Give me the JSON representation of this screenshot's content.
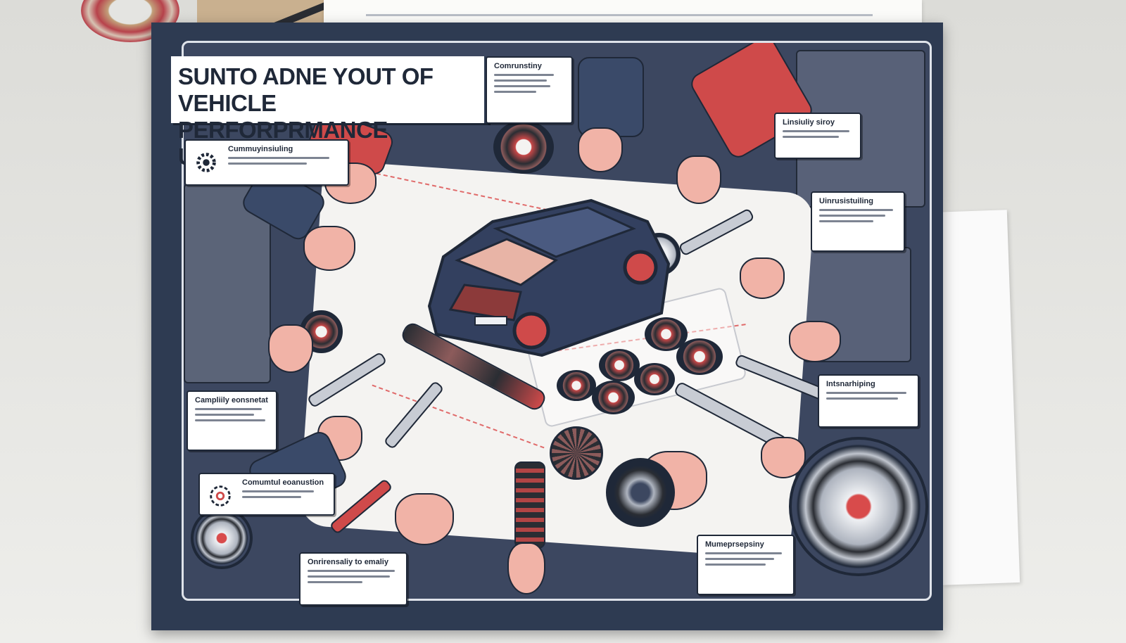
{
  "poster": {
    "title_line1": "SUNTO ADNE YOUT OF VEHICLE",
    "title_line2": "PERFORPRMANCE   UPGRADES"
  },
  "callouts": [
    {
      "id": "top-center",
      "heading": "Comrunstiny"
    },
    {
      "id": "left-top",
      "heading": "Cummuyinsiuling",
      "icon": "gear-icon"
    },
    {
      "id": "right-top",
      "heading": "Linsiuliy siroy"
    },
    {
      "id": "right-upper",
      "heading": "Uinrusistuiling"
    },
    {
      "id": "left-mid",
      "heading": "Campliily eonsnetat"
    },
    {
      "id": "right-mid",
      "heading": "Intsnarhiping"
    },
    {
      "id": "left-lower",
      "heading": "Comumtul eoanustion",
      "icon": "target-icon"
    },
    {
      "id": "bottom-left",
      "heading": "Onrirensaliy to emaliy"
    },
    {
      "id": "bottom-right",
      "heading": "Mumeprsepsiny"
    }
  ],
  "colors": {
    "poster_bg": "#2e3b52",
    "accent_red": "#cf4a4a",
    "skin": "#f1b3a7",
    "car_body": "#33405f"
  }
}
